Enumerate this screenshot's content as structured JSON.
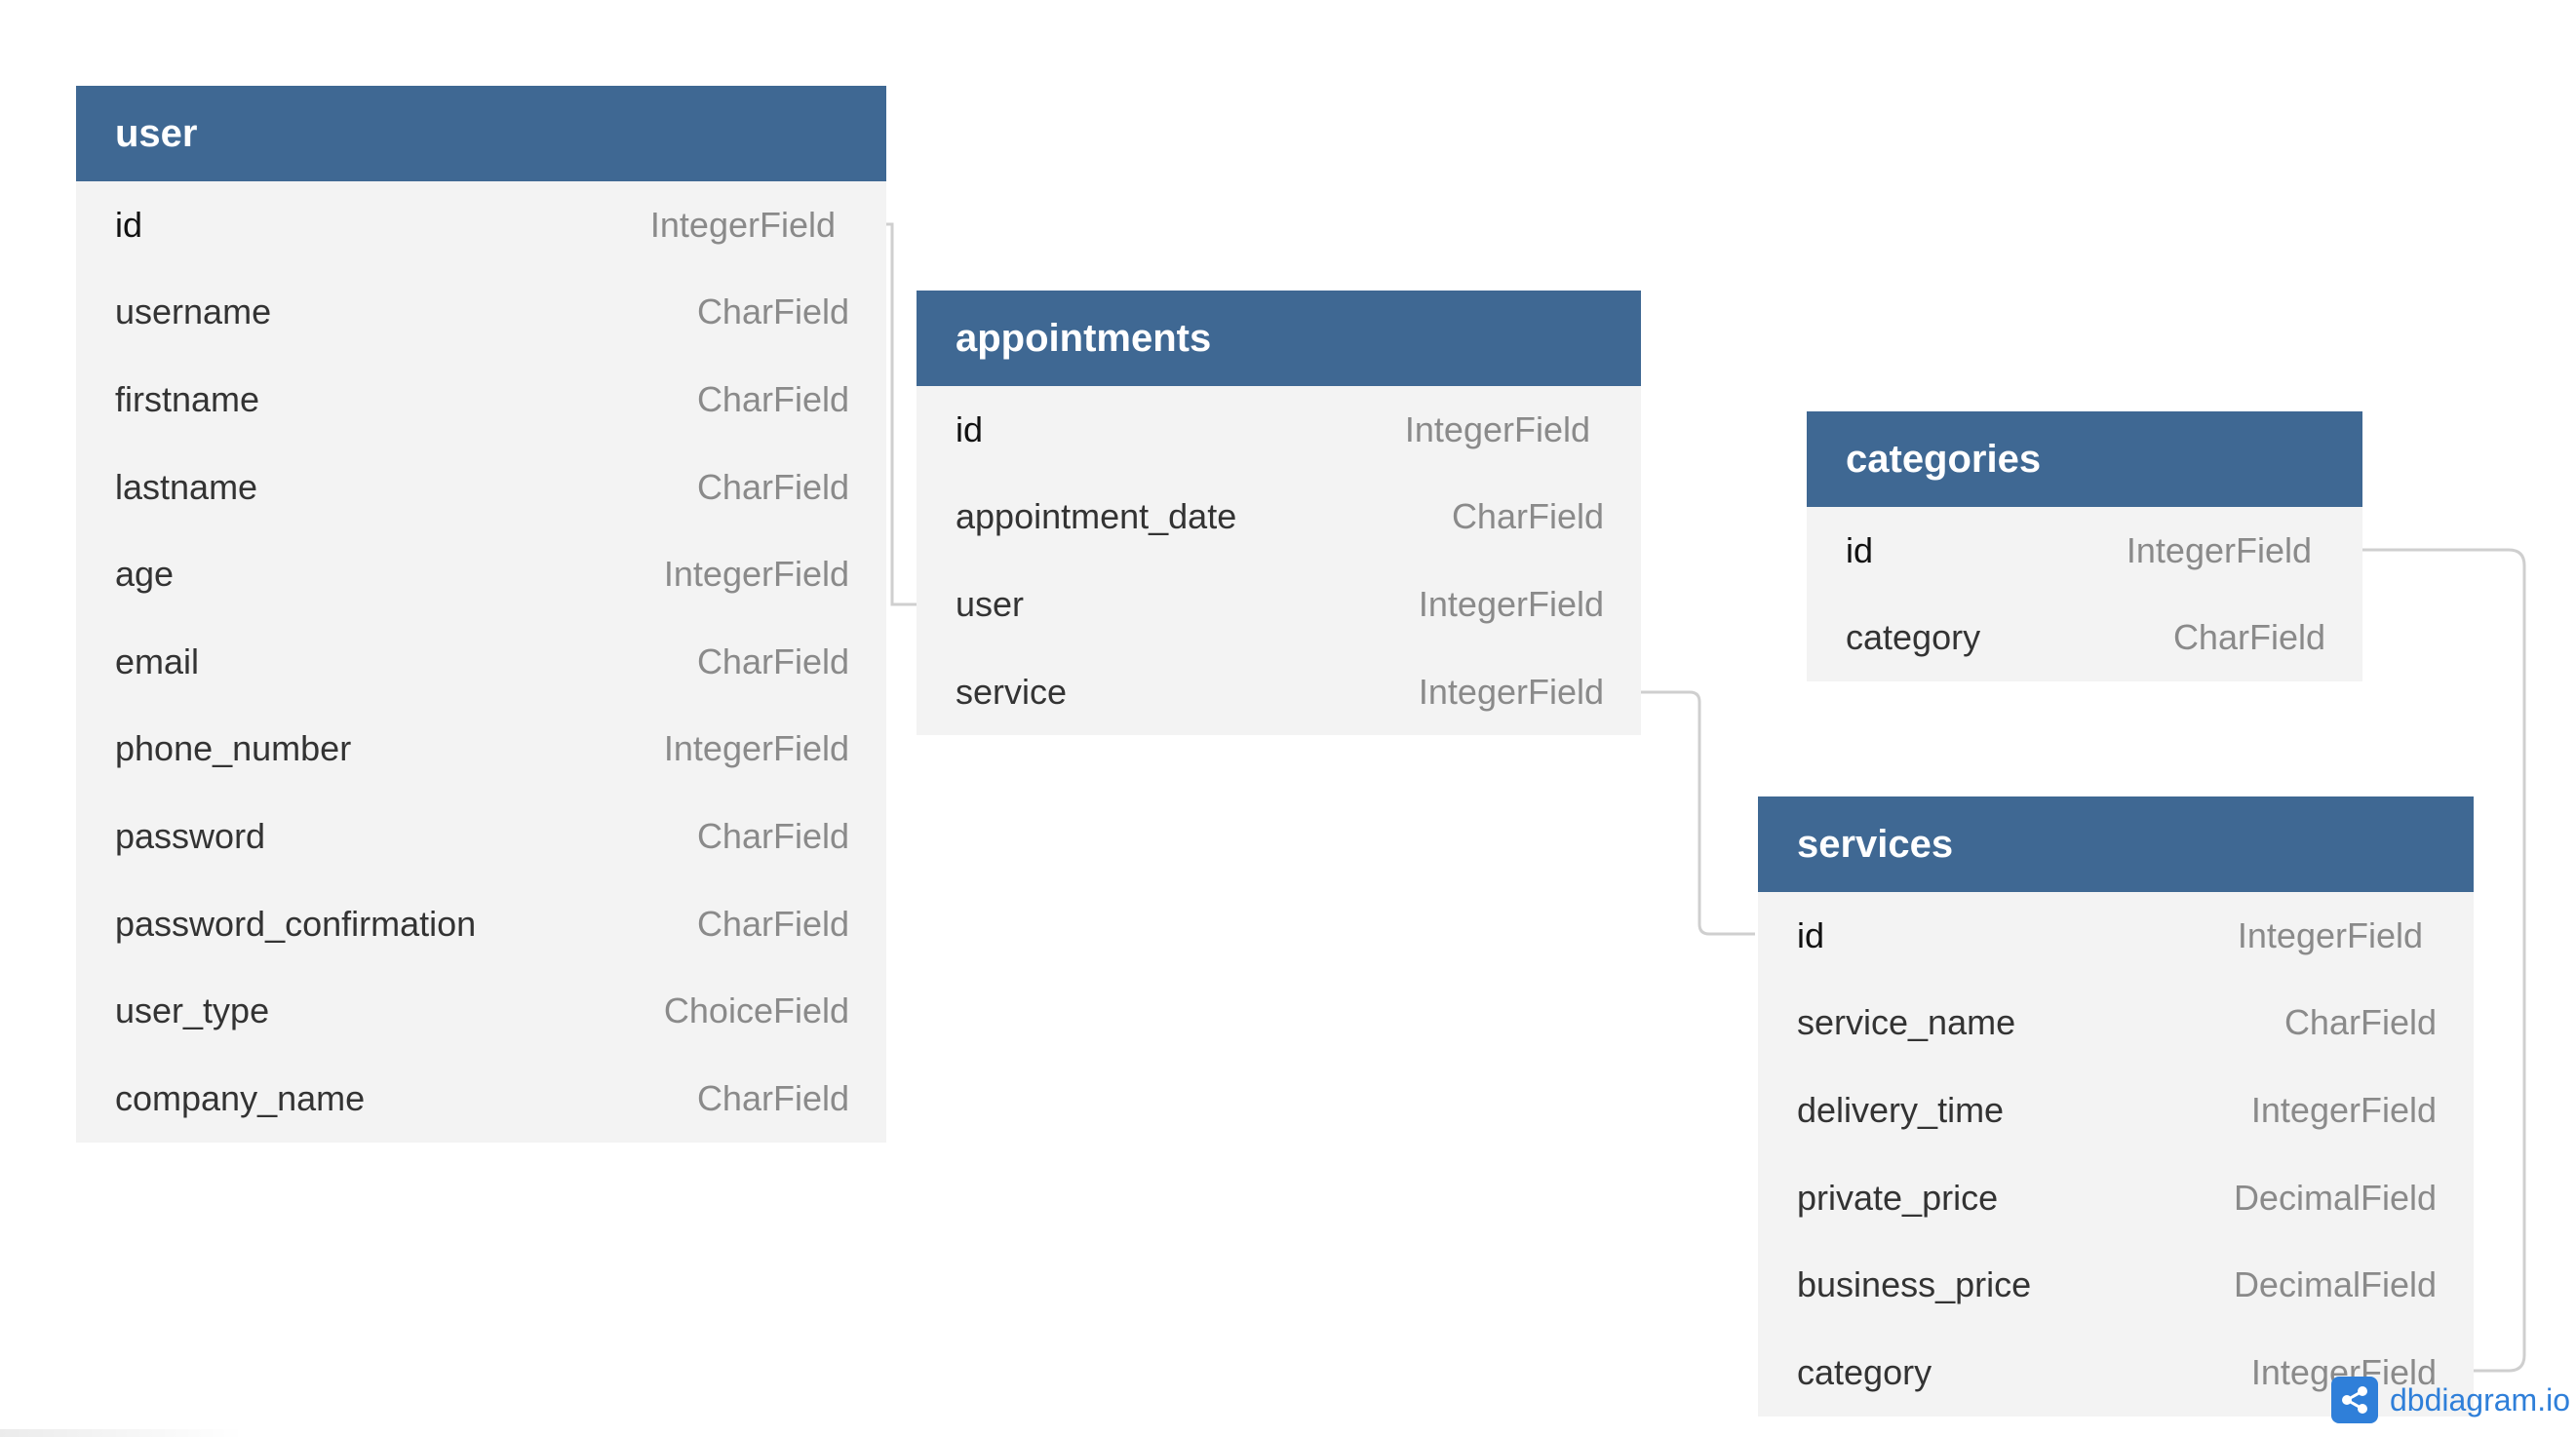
{
  "tables": {
    "user": {
      "name": "user",
      "fields": [
        {
          "name": "id",
          "type": "IntegerField"
        },
        {
          "name": "username",
          "type": "CharField"
        },
        {
          "name": "firstname",
          "type": "CharField"
        },
        {
          "name": "lastname",
          "type": "CharField"
        },
        {
          "name": "age",
          "type": "IntegerField"
        },
        {
          "name": "email",
          "type": "CharField"
        },
        {
          "name": "phone_number",
          "type": "IntegerField"
        },
        {
          "name": "password",
          "type": "CharField"
        },
        {
          "name": "password_confirmation",
          "type": "CharField"
        },
        {
          "name": "user_type",
          "type": "ChoiceField"
        },
        {
          "name": "company_name",
          "type": "CharField"
        }
      ]
    },
    "appointments": {
      "name": "appointments",
      "fields": [
        {
          "name": "id",
          "type": "IntegerField"
        },
        {
          "name": "appointment_date",
          "type": "CharField"
        },
        {
          "name": "user",
          "type": "IntegerField"
        },
        {
          "name": "service",
          "type": "IntegerField"
        }
      ]
    },
    "categories": {
      "name": "categories",
      "fields": [
        {
          "name": "id",
          "type": "IntegerField"
        },
        {
          "name": "category",
          "type": "CharField"
        }
      ]
    },
    "services": {
      "name": "services",
      "fields": [
        {
          "name": "id",
          "type": "IntegerField"
        },
        {
          "name": "service_name",
          "type": "CharField"
        },
        {
          "name": "delivery_time",
          "type": "IntegerField"
        },
        {
          "name": "private_price",
          "type": "DecimalField"
        },
        {
          "name": "business_price",
          "type": "DecimalField"
        },
        {
          "name": "category",
          "type": "IntegerField"
        }
      ]
    }
  },
  "relations": [
    {
      "from": "user.id",
      "to": "appointments.user"
    },
    {
      "from": "appointments.service",
      "to": "services.id"
    },
    {
      "from": "categories.id",
      "to": "services.category"
    }
  ],
  "branding": {
    "text": "dbdiagram.io",
    "icon": "share-icon"
  },
  "colors": {
    "header": "#3f6893",
    "row_background": "#f3f3f3",
    "connector": "#cfcfcf",
    "brand": "#2f7fd9"
  }
}
